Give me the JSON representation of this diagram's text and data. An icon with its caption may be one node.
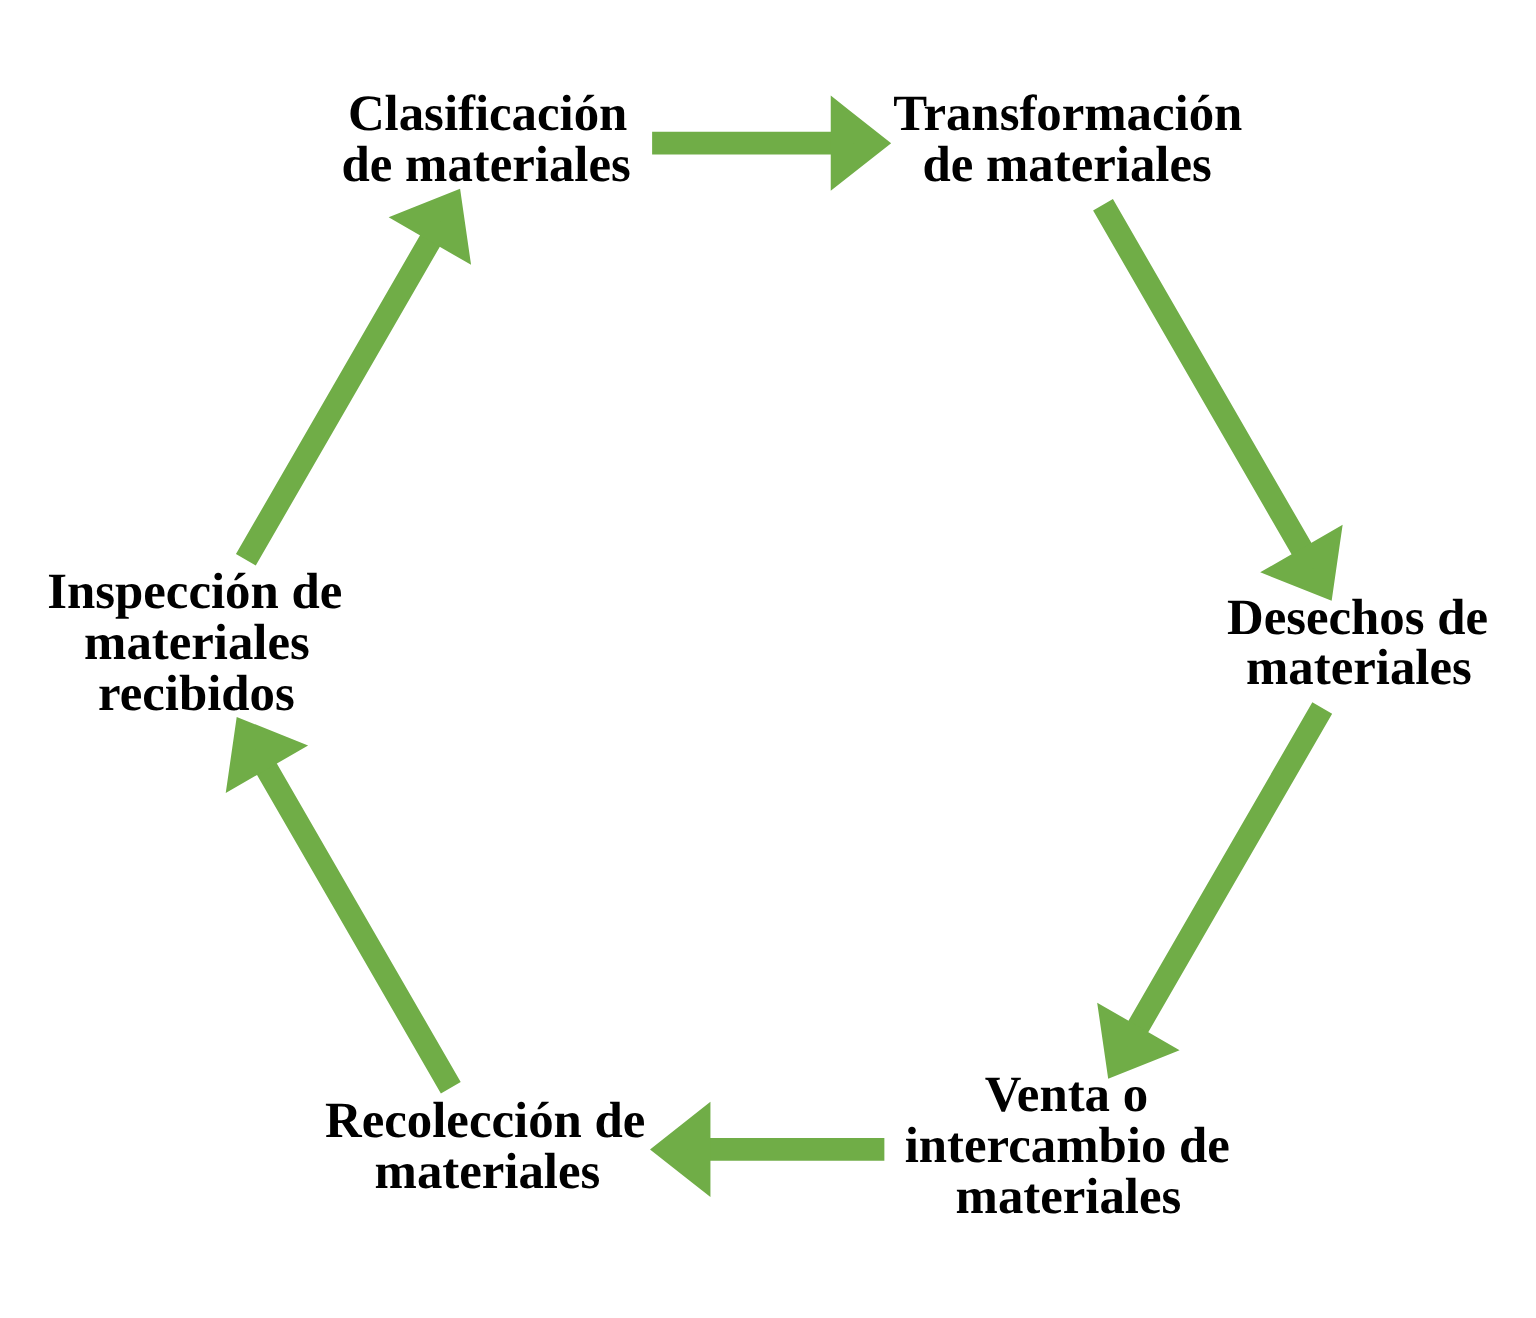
{
  "diagram": {
    "nodes": [
      {
        "text": [
          "Venta o intercambio de materiales"
        ]
      },
      {
        "text": [
          "Recolección de materiales"
        ]
      },
      {
        "text": [
          "Inspección de materiales recibidos"
        ]
      },
      {
        "text": [
          "Clasificación de materiales"
        ]
      },
      {
        "text": [
          "Transformación de materiales"
        ]
      },
      {
        "text": [
          "Desechos de materiales"
        ]
      }
    ],
    "edges": [
      {
        "from": 0,
        "to": 1,
        "arrow": "to"
      },
      {
        "from": 1,
        "to": 2,
        "arrow": "to"
      },
      {
        "from": 2,
        "to": 3,
        "arrow": "to"
      },
      {
        "from": 3,
        "to": 4,
        "arrow": "to"
      },
      {
        "from": 4,
        "to": 5,
        "arrow": "to"
      },
      {
        "from": 5,
        "to": 0,
        "arrow": "to"
      }
    ]
  }
}
